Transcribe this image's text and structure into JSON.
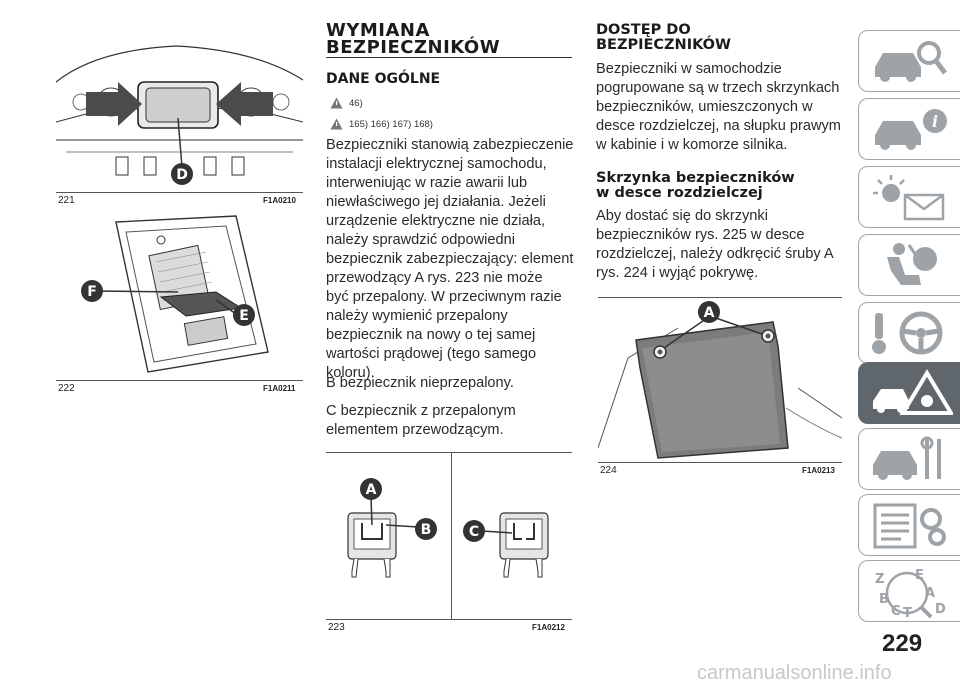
{
  "figures": {
    "f221": {
      "num": "221",
      "code": "F1A0210",
      "callouts": [
        "D"
      ]
    },
    "f222": {
      "num": "222",
      "code": "F1A0211",
      "callouts": [
        "F",
        "E"
      ]
    },
    "f223": {
      "num": "223",
      "code": "F1A0212",
      "callouts": [
        "A",
        "B",
        "C"
      ]
    },
    "f224": {
      "num": "224",
      "code": "F1A0213",
      "callouts": [
        "A"
      ]
    }
  },
  "col1": {
    "title_line1": "WYMIANA",
    "title_line2": "BEZPIECZNIKÓW",
    "subtitle": "DANE OGÓLNE",
    "refs1": "46)",
    "refs2": "165) 166) 167) 168)",
    "p1": [
      "Bezpieczniki stanowią zabezpieczenie",
      "instalacji elektrycznej samochodu,",
      "interweniując w razie awarii lub",
      "niewłaściwego jej działania. Jeżeli",
      "urządzenie elektryczne nie działa,",
      "należy sprawdzić odpowiedni",
      "bezpiecznik zabezpieczający: element",
      "przewodzący A rys. 223 nie może",
      "być przepalony. W przeciwnym razie",
      "należy wymienić przepalony",
      "bezpiecznik na nowy o tej samej",
      "wartości prądowej (tego samego",
      "koloru)."
    ],
    "p2": "B bezpiecznik nieprzepalony.",
    "p3": [
      "C bezpiecznik z przepalonym",
      "elementem przewodzącym."
    ]
  },
  "col2": {
    "title_line1": "DOSTĘP DO",
    "title_line2": "BEZPIECZNIKÓW",
    "p1": [
      "Bezpieczniki w samochodzie",
      "pogrupowane są w trzech skrzynkach",
      "bezpieczników, umieszczonych w",
      "desce rozdzielczej, na słupku prawym",
      "w kabinie i w komorze silnika."
    ],
    "subtitle_line1": "Skrzynka bezpieczników",
    "subtitle_line2": "w desce rozdzielczej",
    "p2": [
      "Aby dostać się do skrzynki",
      "bezpieczników rys. 225 w desce",
      "rozdzielczej, należy odkręcić śruby A",
      "rys. 224 i wyjąć pokrywę."
    ]
  },
  "sidebar": {
    "icons": [
      "car-search-icon",
      "car-info-icon",
      "warning-lights-icon",
      "airbag-seat-icon",
      "steering-wheel-icon",
      "breakdown-warning-icon",
      "car-tools-icon",
      "maintenance-list-icon",
      "alphabetical-index-icon"
    ],
    "index_letters": [
      "Z",
      "E",
      "A",
      "B",
      "C",
      "T",
      "D"
    ]
  },
  "page_number": "229",
  "watermark": "carmanualsonline.info",
  "colors": {
    "callout": "#333333",
    "active_tab": "#5f676d",
    "tab_border": "#9ea3a8"
  }
}
